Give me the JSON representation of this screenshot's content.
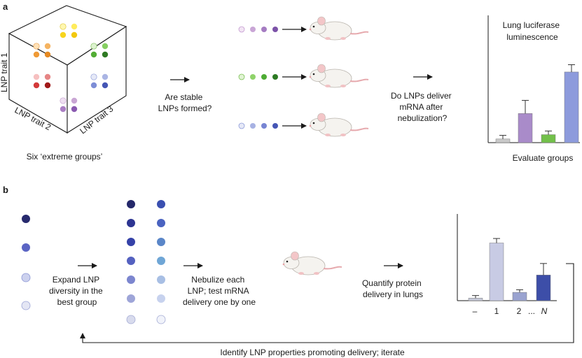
{
  "panel_a": {
    "label": "a",
    "cube": {
      "axis1": "LNP trait 1",
      "axis2": "LNP trait 2",
      "axis3": "LNP trait 3",
      "caption": "Six ‘extreme groups’"
    },
    "question1": [
      "Are stable",
      "LNPs formed?"
    ],
    "question2": [
      "Do LNPs deliver",
      "mRNA after",
      "nebulization?"
    ],
    "chart": {
      "title": [
        "Lung luciferase",
        "luminescence"
      ],
      "caption": "Evaluate groups"
    },
    "colors": {
      "purple": "#a98bc9",
      "green": "#72c04a",
      "blue": "#8d9bdc",
      "gray": "#c8c8c8"
    }
  },
  "panel_b": {
    "label": "b",
    "step1": [
      "Expand LNP",
      "diversity in the",
      "best group"
    ],
    "step2": [
      "Nebulize each",
      "LNP; test mRNA",
      "delivery one by one"
    ],
    "step3": [
      "Quantify protein",
      "delivery in lungs"
    ],
    "loop_caption": "Identify LNP properties promoting delivery; iterate",
    "chart": {
      "tick_labels": [
        "–",
        "1",
        "2",
        "...",
        "N"
      ]
    }
  },
  "chart_data": [
    {
      "type": "bar",
      "title": "Lung luciferase luminescence",
      "xlabel": "Evaluate groups",
      "ylabel": "",
      "categories": [
        "",
        "",
        "",
        ""
      ],
      "values": [
        0.05,
        0.4,
        0.11,
        0.97
      ],
      "errors": [
        0.05,
        0.18,
        0.05,
        0.1
      ],
      "colors": [
        "#c8c8c8",
        "#a98bc9",
        "#72c04a",
        "#8d9bdc"
      ],
      "ylim": [
        0,
        1.2
      ]
    },
    {
      "type": "bar",
      "title": "",
      "xlabel": "",
      "ylabel": "",
      "categories": [
        "–",
        "1",
        "2",
        "...",
        "N"
      ],
      "values": [
        0.04,
        0.9,
        0.13,
        0.4
      ],
      "errors": [
        0.04,
        0.07,
        0.04,
        0.18
      ],
      "colors": [
        "#c5c8d8",
        "#c8cbe4",
        "#9aa3d0",
        "#3d4ea8"
      ],
      "ylim": [
        0,
        1.2
      ]
    }
  ]
}
